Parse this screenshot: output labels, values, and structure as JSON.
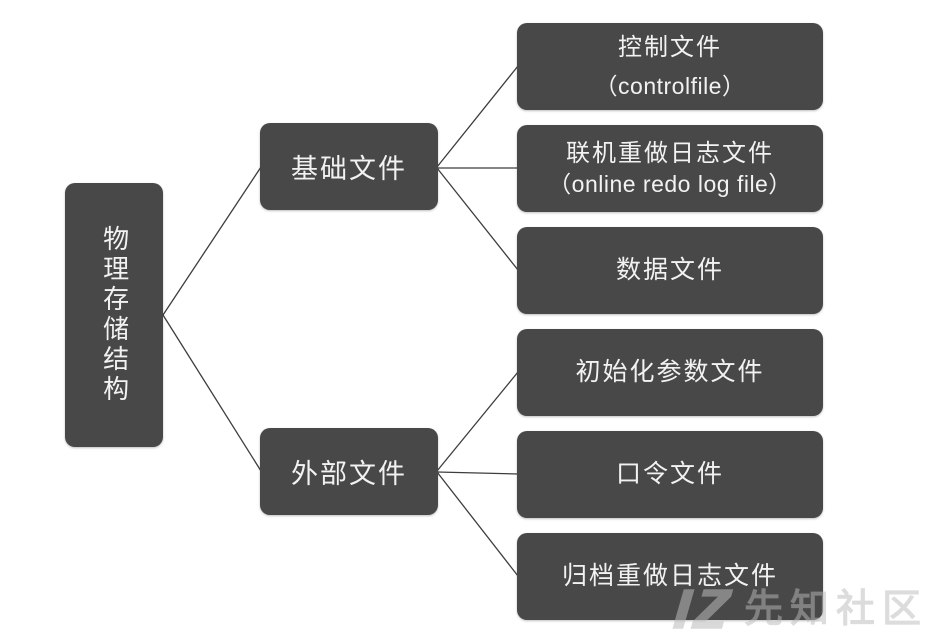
{
  "colors": {
    "background": "#ffffff",
    "node_bg": "#484848",
    "node_text": "#f2f2f2",
    "connector": "#3d3d3d",
    "watermark": "#bebebe"
  },
  "diagram": {
    "root": {
      "label": "物理存储结构"
    },
    "branches": [
      {
        "label": "基础文件",
        "children": [
          {
            "title": "控制文件",
            "subtitle": "（controlfile）"
          },
          {
            "title": "联机重做日志文件",
            "subtitle": "（online redo log file）"
          },
          {
            "title": "数据文件"
          }
        ]
      },
      {
        "label": "外部文件",
        "children": [
          {
            "title": "初始化参数文件"
          },
          {
            "title": "口令文件"
          },
          {
            "title": "归档重做日志文件"
          }
        ]
      }
    ]
  },
  "watermark": {
    "text": "先知社区"
  }
}
